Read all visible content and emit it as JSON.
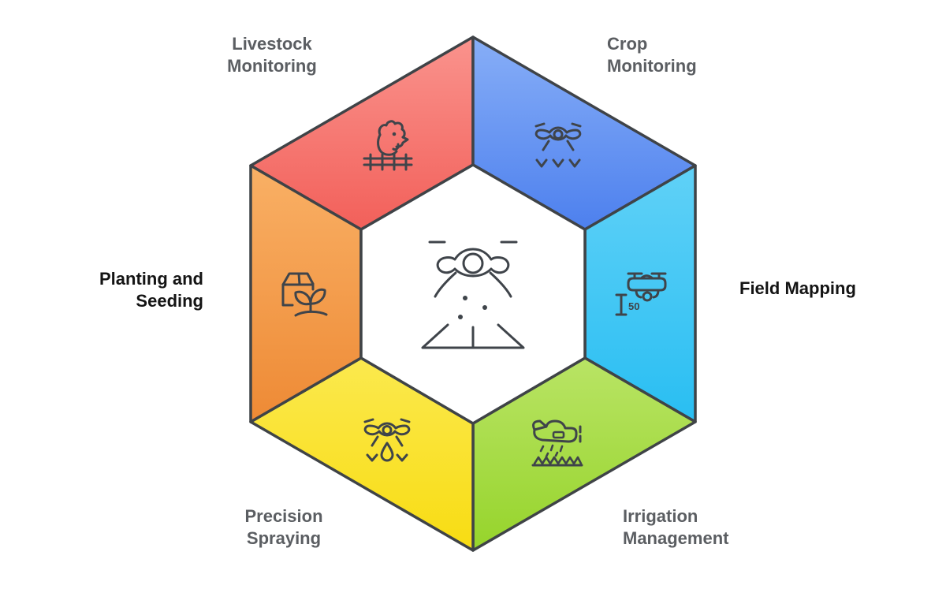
{
  "segments": [
    {
      "id": "livestock-monitoring",
      "lines": [
        "Livestock",
        "Monitoring"
      ],
      "icon": "chicken-fence-icon",
      "color_top": "#fa938d",
      "color_bottom": "#f2605a",
      "label_color": "#5b5e62"
    },
    {
      "id": "crop-monitoring",
      "lines": [
        "Crop",
        "Monitoring"
      ],
      "icon": "drone-top-view-scan-icon",
      "color_top": "#87aef7",
      "color_bottom": "#4d80ee",
      "label_color": "#5b5e62"
    },
    {
      "id": "field-mapping",
      "lines": [
        "Field Mapping"
      ],
      "icon": "drone-altitude-measure-icon",
      "icon_text": "50",
      "color_top": "#60d1f7",
      "color_bottom": "#29bef2",
      "label_color": "#141414"
    },
    {
      "id": "irrigation-management",
      "lines": [
        "Irrigation",
        "Management"
      ],
      "icon": "crop-duster-plane-icon",
      "color_top": "#b9e465",
      "color_bottom": "#96d42b",
      "label_color": "#5b5e62"
    },
    {
      "id": "precision-spraying",
      "lines": [
        "Precision",
        "Spraying"
      ],
      "icon": "drone-droplet-icon",
      "color_top": "#fbe94e",
      "color_bottom": "#f8dc12",
      "label_color": "#5b5e62"
    },
    {
      "id": "planting-seeding",
      "lines": [
        "Planting and",
        "Seeding"
      ],
      "icon": "seed-bag-sprout-icon",
      "color_top": "#f9b065",
      "color_bottom": "#ee8a35",
      "label_color": "#141414"
    }
  ],
  "center": {
    "icon": "drone-spraying-field-icon"
  },
  "colors": {
    "outline": "#3f4347",
    "icon_stroke": "#3f444a",
    "background": "#ffffff",
    "center_fill": "#ffffff"
  }
}
